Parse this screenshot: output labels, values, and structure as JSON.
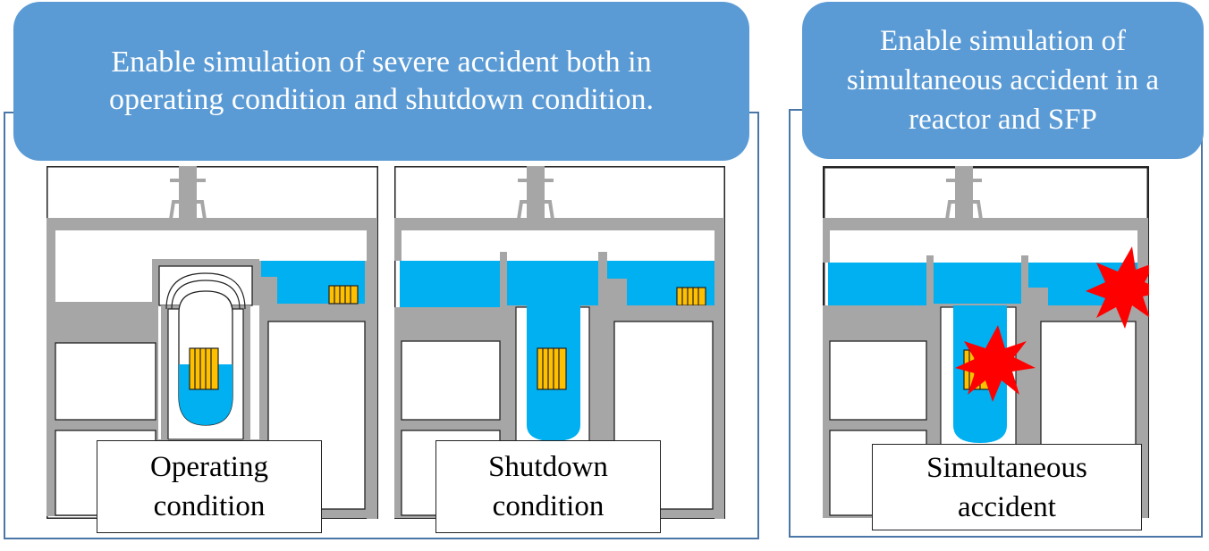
{
  "left_banner": {
    "line1": "Enable simulation of severe accident both in",
    "line2": "operating condition and shutdown condition."
  },
  "right_banner": {
    "line1": "Enable simulation of",
    "line2": "simultaneous accident in a",
    "line3": "reactor and SFP"
  },
  "panels": {
    "operating": {
      "line1": "Operating",
      "line2": "condition"
    },
    "shutdown": {
      "line1": "Shutdown",
      "line2": "condition"
    },
    "simultaneous": {
      "line1": "Simultaneous",
      "line2": "accident"
    }
  },
  "colors": {
    "banner": "#5b9bd5",
    "frame": "#4a76a8",
    "water": "#00b0f0",
    "wall": "#a6a6a6",
    "fuel": "#ffc000",
    "explosion": "#ff0000"
  }
}
